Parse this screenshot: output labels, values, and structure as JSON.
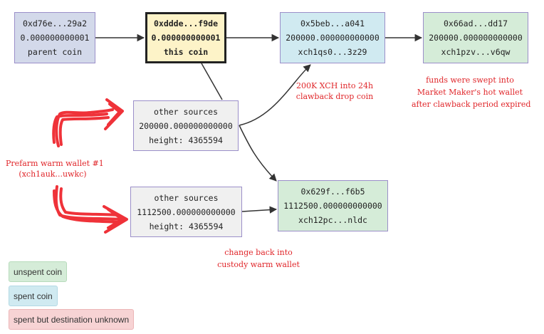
{
  "nodes": {
    "parent": {
      "id": "0xd76e...29a2",
      "amount": "0.000000000001",
      "label": "parent coin"
    },
    "this": {
      "id": "0xddde...f9de",
      "amount": "0.000000000001",
      "label": "this coin"
    },
    "spent1": {
      "id": "0x5beb...a041",
      "amount": "200000.000000000000",
      "label": "xch1qs0...3z29"
    },
    "unspent1": {
      "id": "0x66ad...dd17",
      "amount": "200000.000000000000",
      "label": "xch1pzv...v6qw"
    },
    "other1": {
      "id": "other sources",
      "amount": "200000.000000000000",
      "label": "height: 4365594"
    },
    "other2": {
      "id": "other sources",
      "amount": "1112500.000000000000",
      "label": "height: 4365594"
    },
    "unspent2": {
      "id": "0x629f...f6b5",
      "amount": "1112500.000000000000",
      "label": "xch12pc...nldc"
    }
  },
  "annotations": {
    "clawback": [
      "200K XCH into 24h",
      "clawback drop coin"
    ],
    "swept": [
      "funds were swept into",
      "Market Maker's hot wallet",
      "after clawback period expired"
    ],
    "prefarm": [
      "Prefarm warm wallet #1",
      "(xch1auk...uwkc)"
    ],
    "change": [
      "change back into",
      "custody warm wallet"
    ]
  },
  "legend": {
    "unspent": "unspent coin",
    "spent": "spent coin",
    "unknown": "spent but destination unknown"
  },
  "colors": {
    "parent": "#d3d9ea",
    "this": "#fdf3c8",
    "spent": "#d0eaf1",
    "unspent": "#d5ecd8",
    "other": "#f0f0f0",
    "unknown": "#f7d3d4",
    "annotation": "#e0262a",
    "edge": "#333333"
  }
}
